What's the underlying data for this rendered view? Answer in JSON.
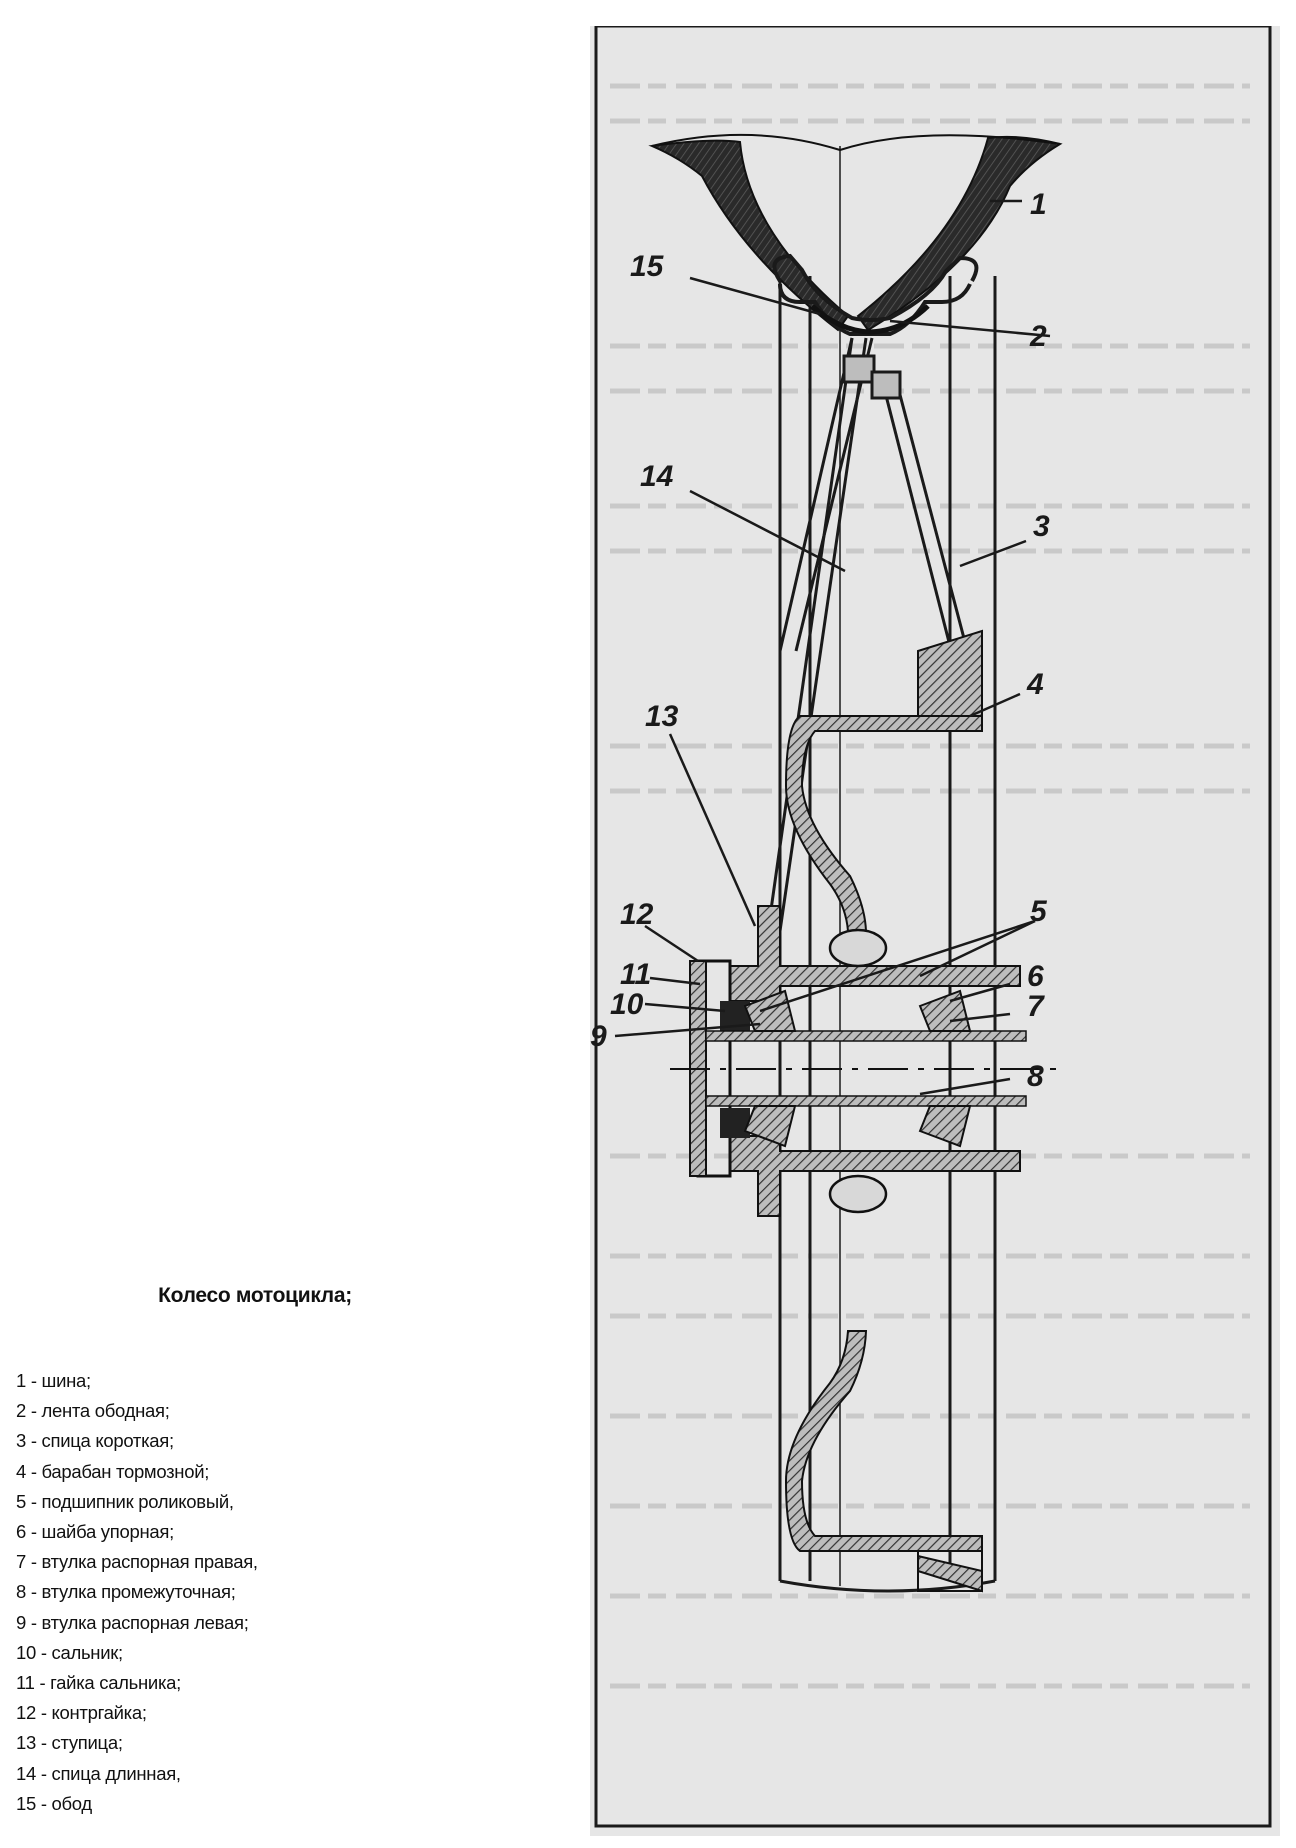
{
  "caption": "Колесо мотоцикла;",
  "legend": [
    "1 - шина;",
    "2 - лента ободная;",
    "3 - спица короткая;",
    "4 - барабан тормозной;",
    "5 - подшипник роликовый,",
    "6 - шайба упорная;",
    "7 - втулка распорная правая,",
    "8 - втулка промежуточная;",
    "9 - втулка распорная левая;",
    "10 - сальник;",
    "11 - гайка сальника;",
    "12 - контргайка;",
    "13 - ступица;",
    "14 - спица длинная,",
    "15 - обод"
  ],
  "callouts": {
    "c1": "1",
    "c2": "2",
    "c3": "3",
    "c4": "4",
    "c5": "5",
    "c6": "6",
    "c7": "7",
    "c8": "8",
    "c9": "9",
    "c10": "10",
    "c11": "11",
    "c12": "12",
    "c13": "13",
    "c14": "14",
    "c15": "15"
  },
  "colors": {
    "paper": "#e6e6e6",
    "ink": "#1a1a1a",
    "hatch": "#444444"
  }
}
